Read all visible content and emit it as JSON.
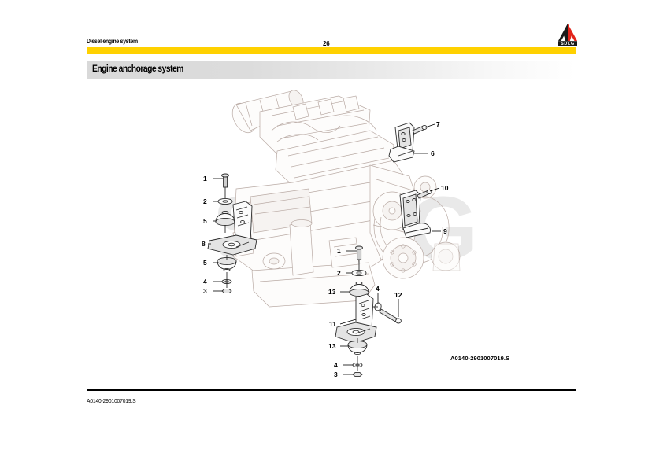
{
  "document": {
    "header_title": "Diesel engine system",
    "page_number": "26",
    "section_title": "Engine anchorage system",
    "drawing_part_code": "A0140-2901007019.S",
    "footer_part_code": "A0140-2901007019.S",
    "watermark": "SDLG"
  },
  "brand": {
    "name": "SDLG",
    "logo_name": "sdlg-logo",
    "accent_yellow": "#FFD100",
    "logo_red": "#E2231A",
    "logo_black": "#1A1A1A"
  },
  "diagram": {
    "name": "engine-anchorage-exploded-view",
    "subject": "Diesel engine with left and right anchorage mounts",
    "callouts": [
      {
        "id": "c-left-1",
        "label": "1",
        "part": "bolt",
        "group": "left-mount"
      },
      {
        "id": "c-left-2",
        "label": "2",
        "part": "washer",
        "group": "left-mount"
      },
      {
        "id": "c-left-5a",
        "label": "5",
        "part": "rubber-mount-upper",
        "group": "left-mount"
      },
      {
        "id": "c-left-8",
        "label": "8",
        "part": "mount-bracket",
        "group": "left-mount"
      },
      {
        "id": "c-left-5b",
        "label": "5",
        "part": "rubber-mount-lower",
        "group": "left-mount"
      },
      {
        "id": "c-left-4",
        "label": "4",
        "part": "washer-small",
        "group": "left-mount"
      },
      {
        "id": "c-left-3",
        "label": "3",
        "part": "nut",
        "group": "left-mount"
      },
      {
        "id": "c-ur-7",
        "label": "7",
        "part": "bolt",
        "group": "upper-right-bracket"
      },
      {
        "id": "c-ur-6",
        "label": "6",
        "part": "support-bracket",
        "group": "upper-right-bracket"
      },
      {
        "id": "c-lr-10",
        "label": "10",
        "part": "bolt",
        "group": "lower-right-bracket"
      },
      {
        "id": "c-lr-9",
        "label": "9",
        "part": "support-bracket",
        "group": "lower-right-bracket"
      },
      {
        "id": "c-bot-1",
        "label": "1",
        "part": "bolt",
        "group": "bottom-mount"
      },
      {
        "id": "c-bot-2",
        "label": "2",
        "part": "washer",
        "group": "bottom-mount"
      },
      {
        "id": "c-bot-13a",
        "label": "13",
        "part": "rubber-mount-upper",
        "group": "bottom-mount"
      },
      {
        "id": "c-bot-4a",
        "label": "4",
        "part": "washer-small",
        "group": "bottom-mount"
      },
      {
        "id": "c-bot-12",
        "label": "12",
        "part": "long-bolt",
        "group": "bottom-mount"
      },
      {
        "id": "c-bot-11",
        "label": "11",
        "part": "mount-bracket",
        "group": "bottom-mount"
      },
      {
        "id": "c-bot-13b",
        "label": "13",
        "part": "rubber-mount-lower",
        "group": "bottom-mount"
      },
      {
        "id": "c-bot-4b",
        "label": "4",
        "part": "washer-small",
        "group": "bottom-mount"
      },
      {
        "id": "c-bot-3",
        "label": "3",
        "part": "nut",
        "group": "bottom-mount"
      }
    ]
  }
}
